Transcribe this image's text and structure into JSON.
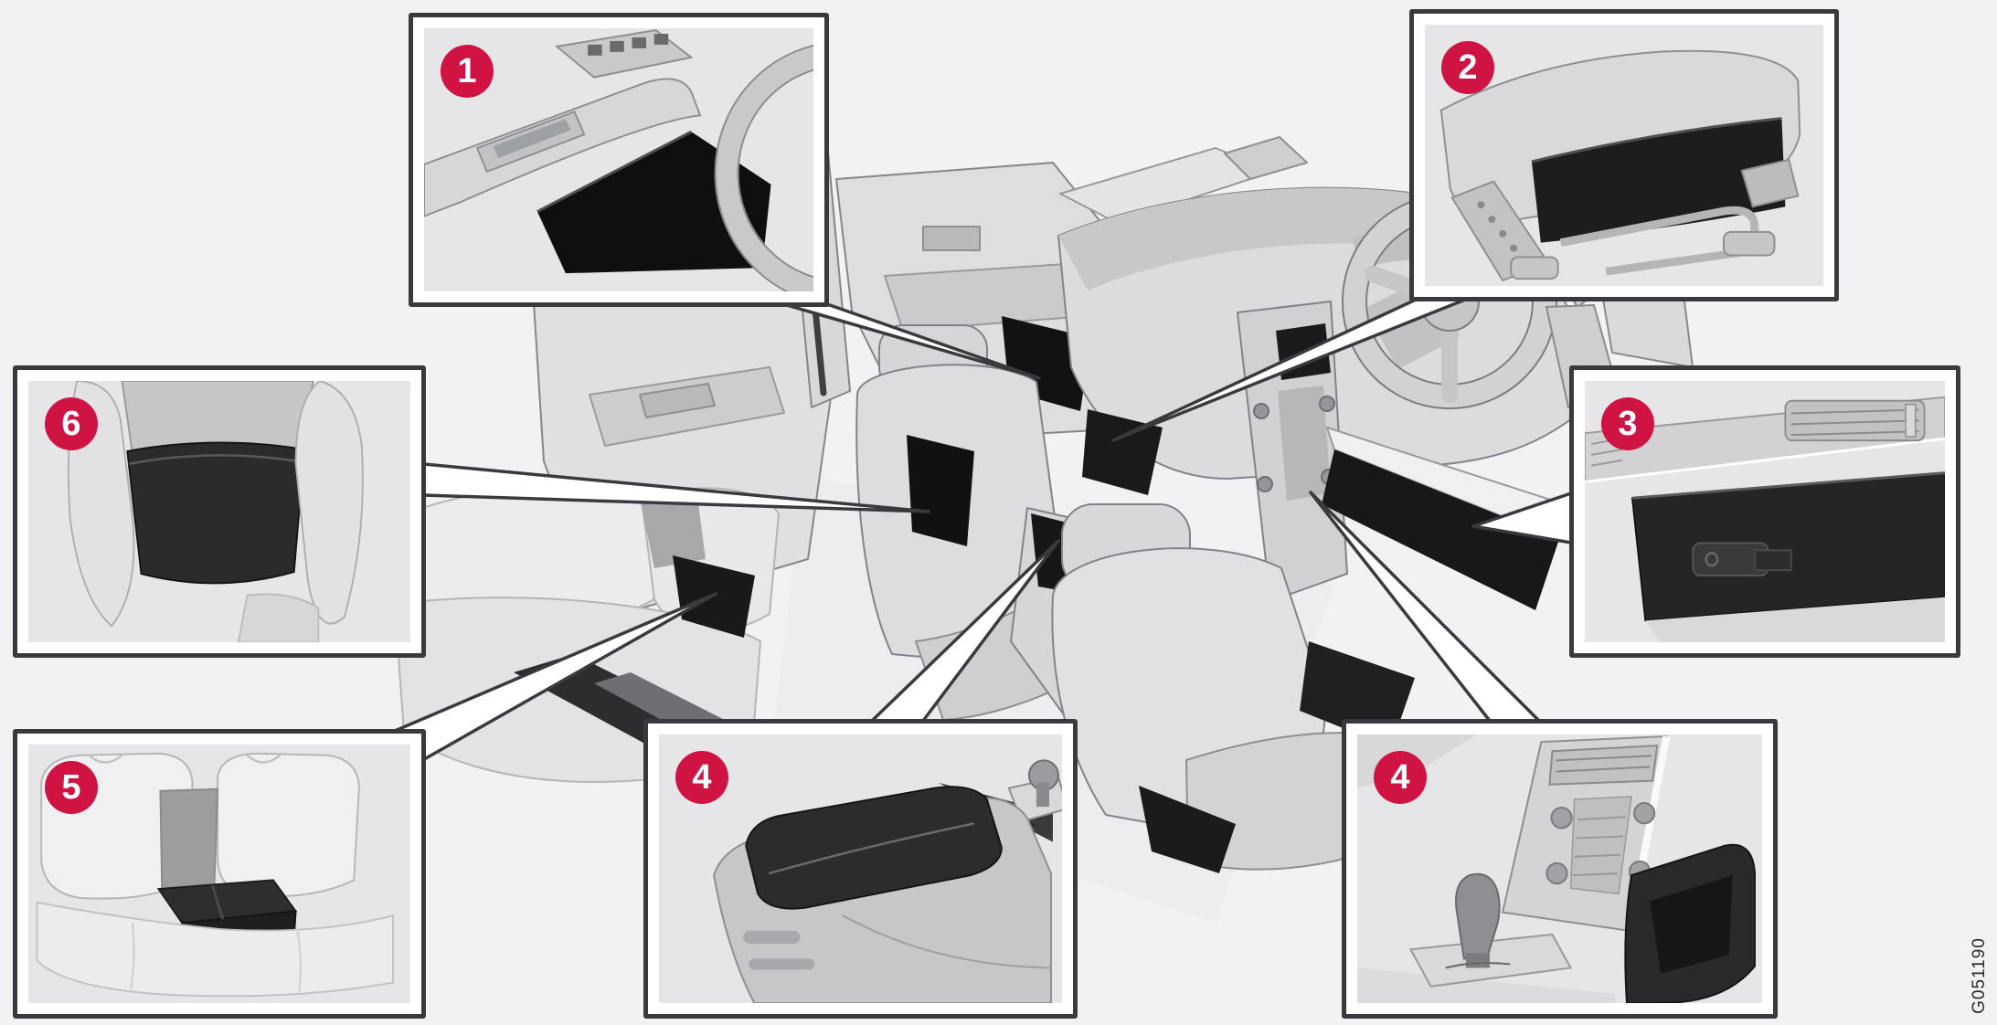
{
  "figure": {
    "code": "G051190"
  },
  "colors": {
    "badge": "#cf1342",
    "badge_text": "#ffffff",
    "frame": "#3a3a3e",
    "page_bg": "#f2f2f4",
    "panel_bg": "#e6e6e8",
    "ink": "#2a2a2e"
  },
  "callouts": [
    {
      "number": "1"
    },
    {
      "number": "2"
    },
    {
      "number": "3"
    },
    {
      "number": "4"
    },
    {
      "number": "4"
    },
    {
      "number": "5"
    },
    {
      "number": "6"
    }
  ]
}
